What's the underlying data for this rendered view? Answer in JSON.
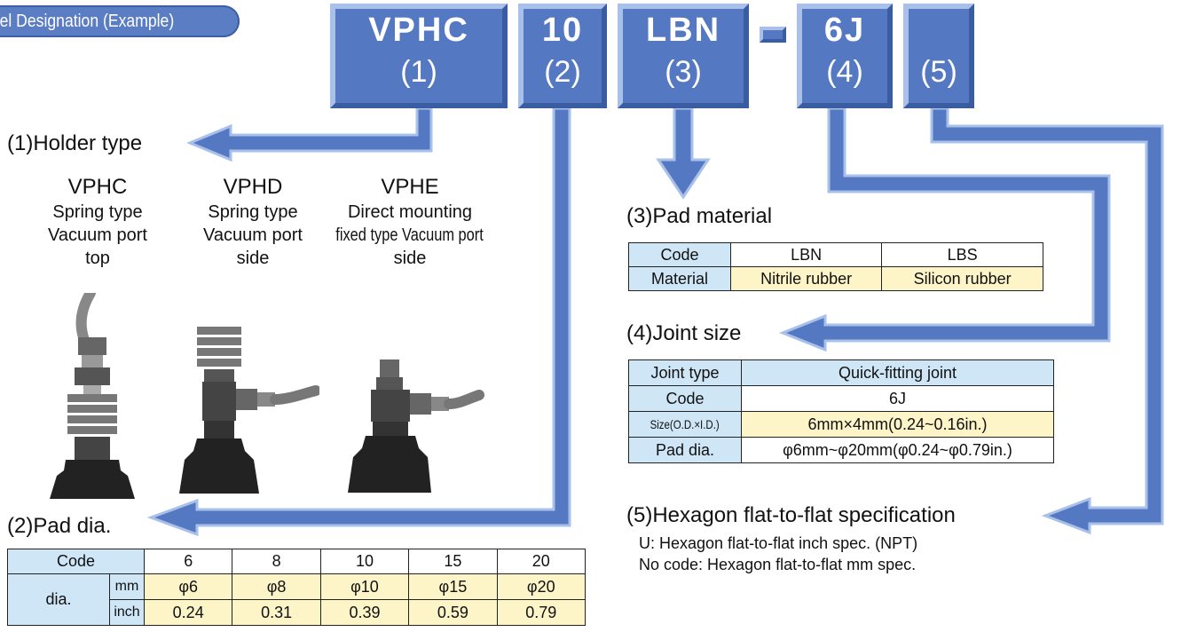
{
  "title": "odel Designation (Example)",
  "codes": [
    {
      "code": "VPHC",
      "number": "(1)"
    },
    {
      "code": "10",
      "number": "(2)"
    },
    {
      "code": "LBN",
      "number": "(3)"
    },
    {
      "code": "6J",
      "number": "(4)"
    },
    {
      "code": "",
      "number": "(5)"
    }
  ],
  "holder": {
    "heading": "(1)Holder type",
    "variants": [
      {
        "name": "VPHC",
        "line1": "Spring type",
        "line2": "Vacuum port",
        "line3": "top"
      },
      {
        "name": "VPHD",
        "line1": "Spring type",
        "line2": "Vacuum port",
        "line3": "side"
      },
      {
        "name": "VPHE",
        "line1": "Direct mounting",
        "line2": "fixed type Vacuum port",
        "line3": "side"
      }
    ]
  },
  "pad_dia": {
    "heading": "(2)Pad dia.",
    "code_label": "Code",
    "codes": [
      "6",
      "8",
      "10",
      "15",
      "20"
    ],
    "dia_label": "dia.",
    "mm_label": "mm",
    "inch_label": "inch",
    "mm": [
      "φ6",
      "φ8",
      "φ10",
      "φ15",
      "φ20"
    ],
    "inch": [
      "0.24",
      "0.31",
      "0.39",
      "0.59",
      "0.79"
    ]
  },
  "pad_material": {
    "heading": "(3)Pad material",
    "code_label": "Code",
    "material_label": "Material",
    "codes": [
      "LBN",
      "LBS"
    ],
    "materials": [
      "Nitrile rubber",
      "Silicon rubber"
    ]
  },
  "joint": {
    "heading": "(4)Joint size",
    "rows": [
      {
        "label": "Joint type",
        "value": "Quick-fitting joint"
      },
      {
        "label": "Code",
        "value": "6J"
      },
      {
        "label": "Size(O.D.×I.D.)",
        "value": "6mm×4mm(0.24~0.16in.)"
      },
      {
        "label": "Pad dia.",
        "value": "φ6mm~φ20mm(φ0.24~φ0.79in.)"
      }
    ]
  },
  "hexagon": {
    "heading": "(5)Hexagon flat-to-flat specification",
    "line1": "U: Hexagon flat-to-flat inch spec. (NPT)",
    "line2": "No code: Hexagon flat-to-flat mm spec."
  },
  "colors": {
    "box": "#5578c2",
    "arrow": "#5578c2",
    "arrow_light": "#a9c0ea",
    "header_cell": "#cfe6f6",
    "value_cell": "#fdf4c8"
  }
}
